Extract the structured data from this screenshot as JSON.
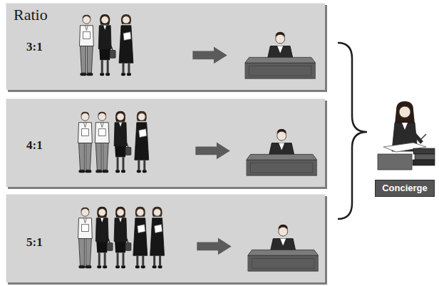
{
  "diagram": {
    "nodes": [
      {
        "text": [
          "Ratio",
          "3:1"
        ]
      },
      {
        "text": [
          "4:1"
        ]
      },
      {
        "text": [
          "5:1"
        ]
      },
      {
        "text": [
          "Concierge"
        ]
      }
    ]
  }
}
